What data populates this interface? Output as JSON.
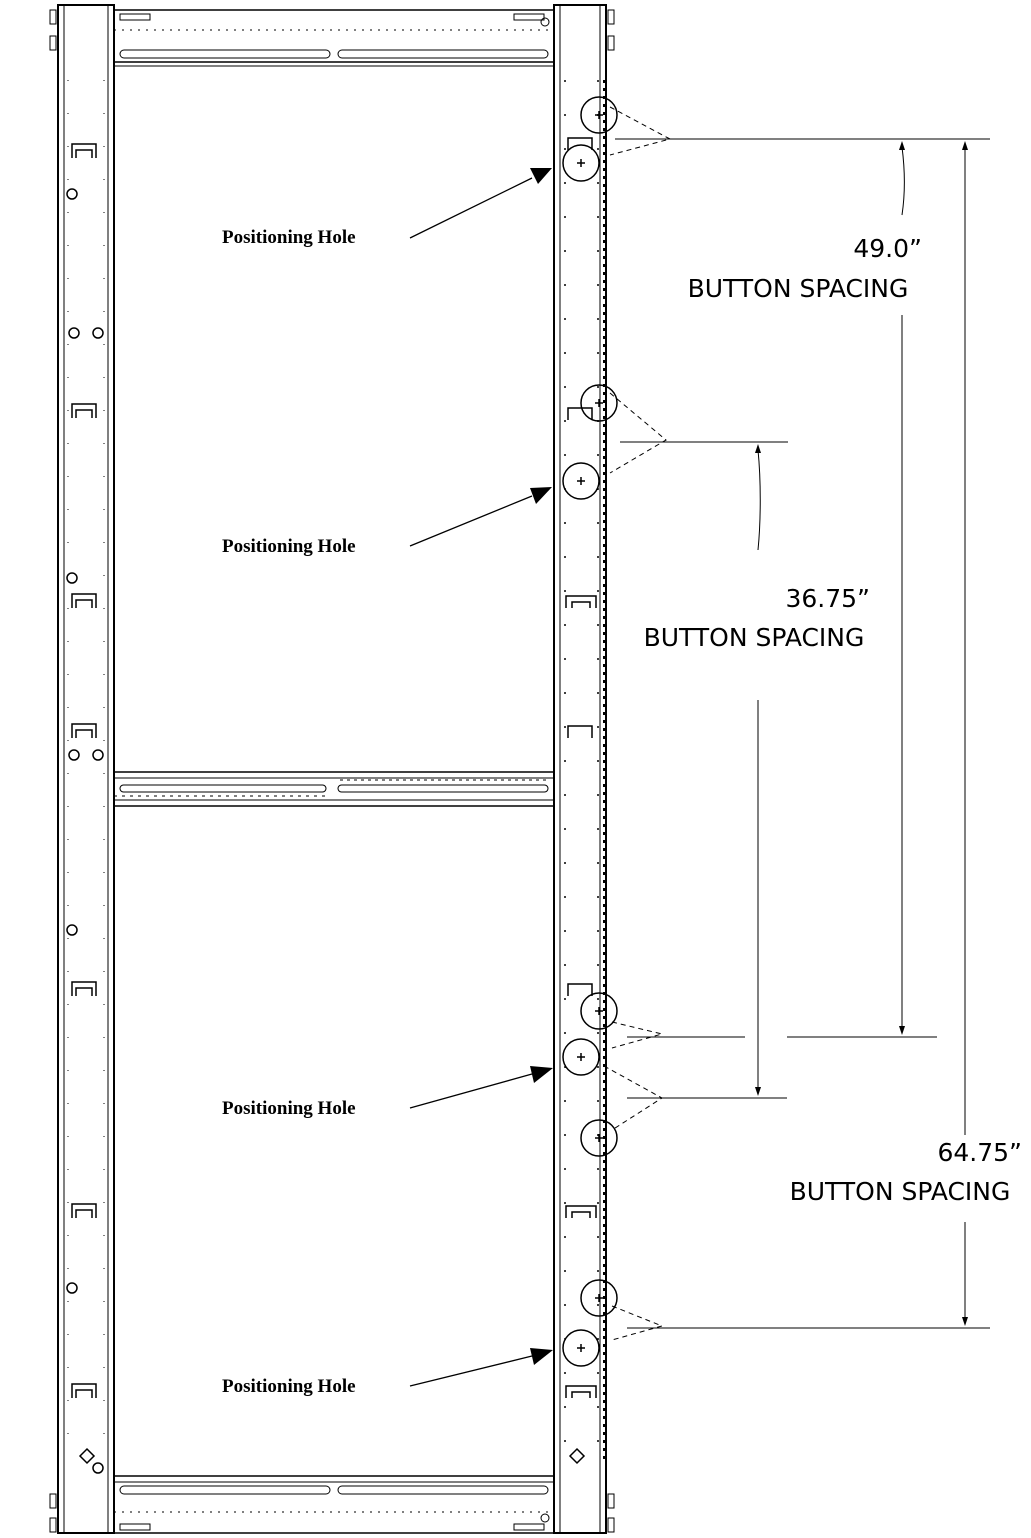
{
  "callouts": [
    {
      "label": "Positioning Hole"
    },
    {
      "label": "Positioning Hole"
    },
    {
      "label": "Positioning Hole"
    },
    {
      "label": "Positioning Hole"
    }
  ],
  "dimensions": [
    {
      "value": "49.0”",
      "caption": "BUTTON SPACING"
    },
    {
      "value": "36.75”",
      "caption": "BUTTON SPACING"
    },
    {
      "value": "64.75”",
      "caption": "BUTTON SPACING"
    }
  ],
  "colors": {
    "line": "#000000",
    "background": "#ffffff"
  }
}
